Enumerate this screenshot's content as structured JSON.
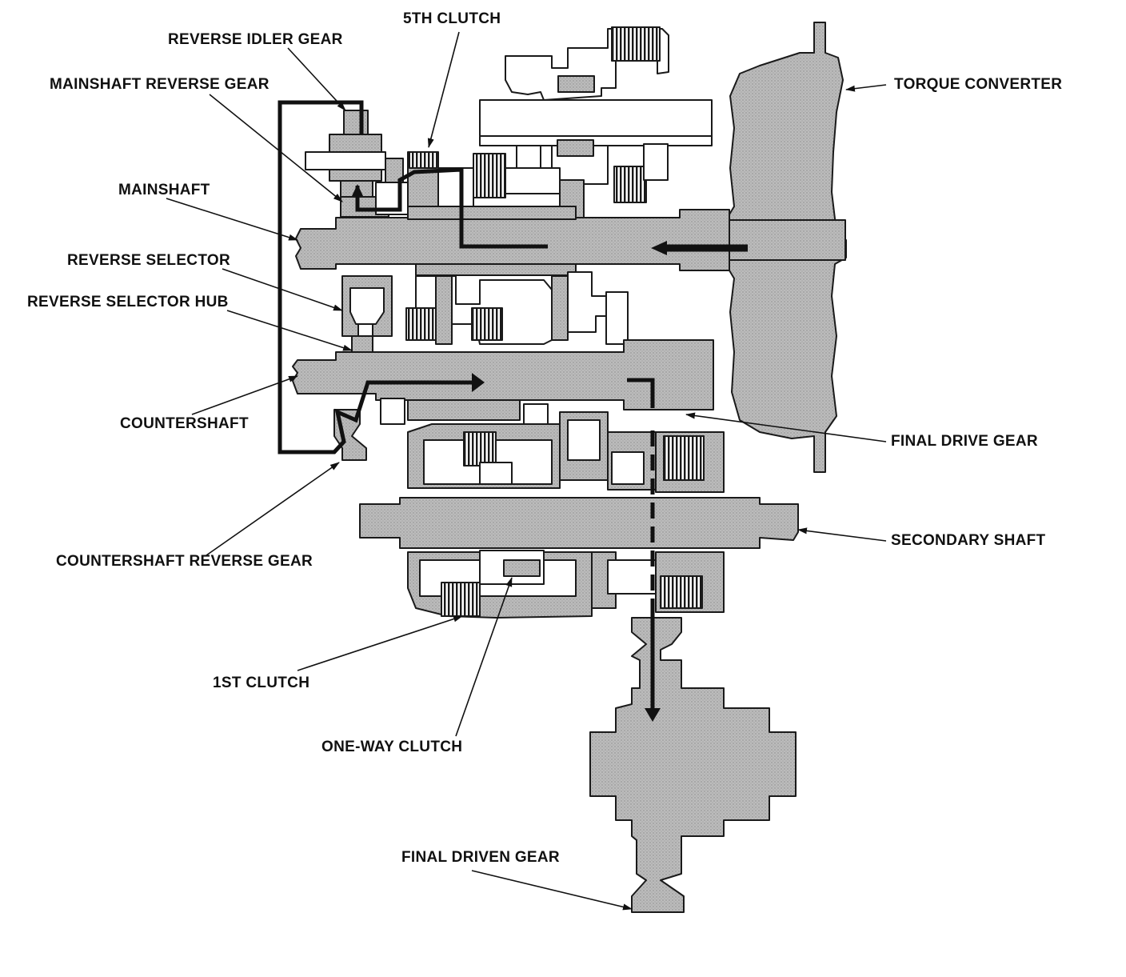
{
  "labels": {
    "fifth_clutch": "5TH CLUTCH",
    "reverse_idler_gear": "REVERSE IDLER GEAR",
    "mainshaft_reverse_gear": "MAINSHAFT REVERSE GEAR",
    "torque_converter": "TORQUE CONVERTER",
    "mainshaft": "MAINSHAFT",
    "reverse_selector": "REVERSE SELECTOR",
    "reverse_selector_hub": "REVERSE SELECTOR HUB",
    "countershaft": "COUNTERSHAFT",
    "final_drive_gear": "FINAL DRIVE GEAR",
    "secondary_shaft": "SECONDARY SHAFT",
    "countershaft_reverse_gear": "COUNTERSHAFT REVERSE GEAR",
    "first_clutch": "1ST CLUTCH",
    "one_way_clutch": "ONE-WAY CLUTCH",
    "final_driven_gear": "FINAL DRIVEN GEAR"
  },
  "colors": {
    "component_fill": "#b4b4b4",
    "outline": "#1a1a1a",
    "power_flow": "#111111",
    "background": "#ffffff"
  }
}
